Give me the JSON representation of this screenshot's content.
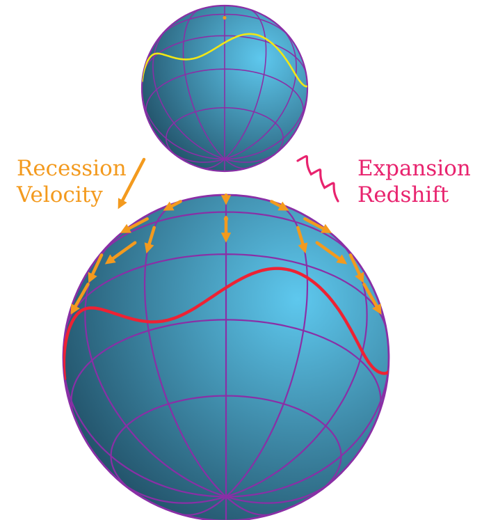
{
  "labels": {
    "recession": {
      "line1": "Recession",
      "line2": "Velocity"
    },
    "expansion": {
      "line1": "Expansion",
      "line2": "Redshift"
    }
  },
  "colors": {
    "sphere_light": "#5ec8ee",
    "sphere_dark": "#1e4a60",
    "grid": "#8a2fa6",
    "pole": "#f39a1e",
    "velocity": "#f39a1e",
    "redshift": "#e8236e",
    "small_wave": "#f2e616",
    "large_wave": "#ee2233"
  },
  "icons": [
    "small-sphere",
    "large-sphere",
    "velocity-arrow-icon",
    "squiggle-icon"
  ]
}
